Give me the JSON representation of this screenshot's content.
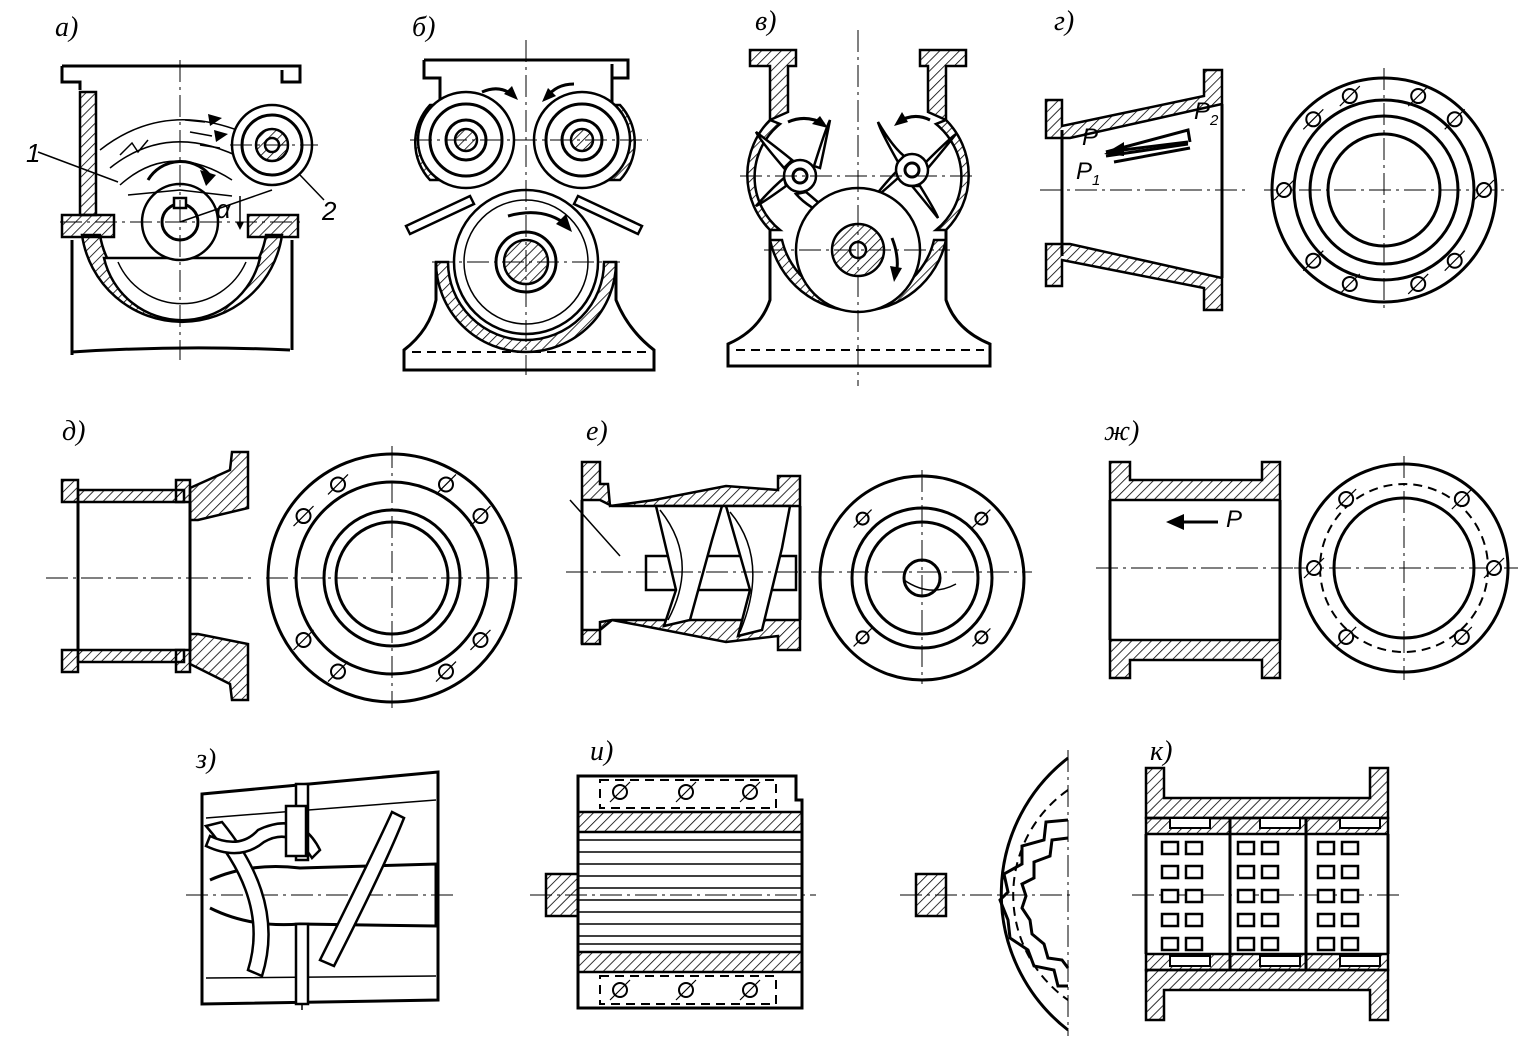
{
  "panel_labels": {
    "a": "а)",
    "b": "б)",
    "v": "в)",
    "g": "г)",
    "d": "д)",
    "e": "е)",
    "zh": "ж)",
    "z": "з)",
    "i": "и)",
    "k": "к)"
  },
  "callouts": {
    "one": "1",
    "two": "2",
    "alpha": "α"
  },
  "forces": {
    "p": "P",
    "p1": "P",
    "p1_sub": "1",
    "p2": "P",
    "p2_sub": "2",
    "p_zh": "P"
  }
}
